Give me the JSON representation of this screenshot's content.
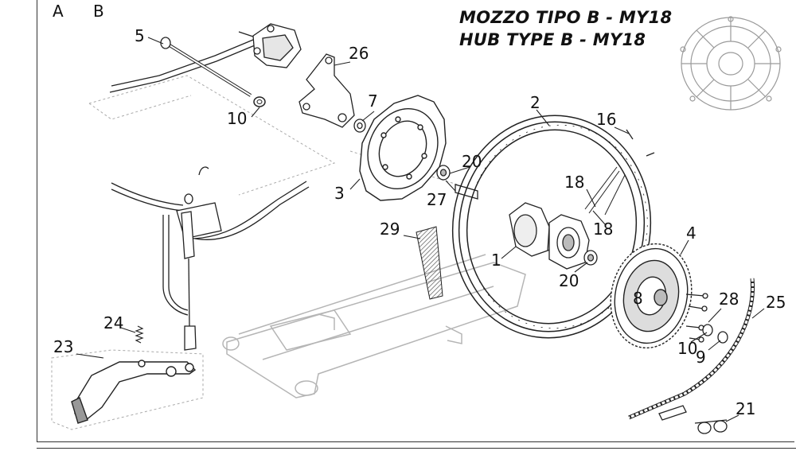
{
  "header": {
    "column_a": "A",
    "column_b": "B",
    "title_it": "MOZZO TIPO B - MY18",
    "title_en": "HUB TYPE B - MY18"
  },
  "callouts": {
    "c1": "1",
    "c2": "2",
    "c3": "3",
    "c4": "4",
    "c5": "5",
    "c7": "7",
    "c8": "8",
    "c9": "9",
    "c10a": "10",
    "c10b": "10",
    "c16": "16",
    "c18a": "18",
    "c18b": "18",
    "c20a": "20",
    "c20b": "20",
    "c21": "21",
    "c23": "23",
    "c24": "24",
    "c25": "25",
    "c26": "26",
    "c27": "27",
    "c28": "28",
    "c29": "29"
  },
  "colors": {
    "line": "#222222",
    "ghost": "#b5b5b5"
  }
}
